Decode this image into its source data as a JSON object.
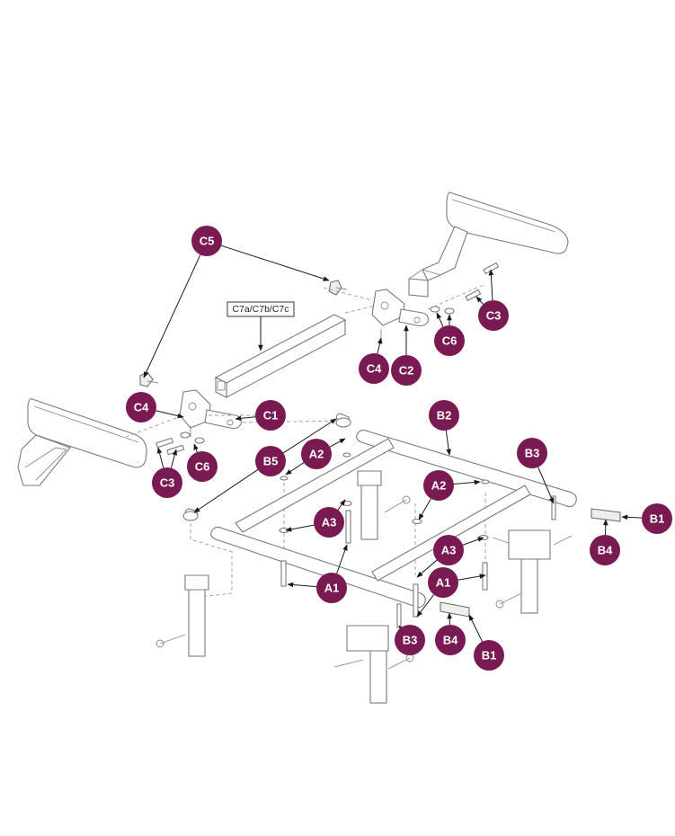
{
  "diagram": {
    "accent_color": "#7a1a52",
    "label_box": "C7a/C7b/C7c",
    "callouts": [
      "C5",
      "C4",
      "C1",
      "C6",
      "C3",
      "C4",
      "C2",
      "C6",
      "C3",
      "B2",
      "B3",
      "B1",
      "B4",
      "B5",
      "A2",
      "A2",
      "A3",
      "A3",
      "A1",
      "A1",
      "B3",
      "B4",
      "B1"
    ]
  }
}
